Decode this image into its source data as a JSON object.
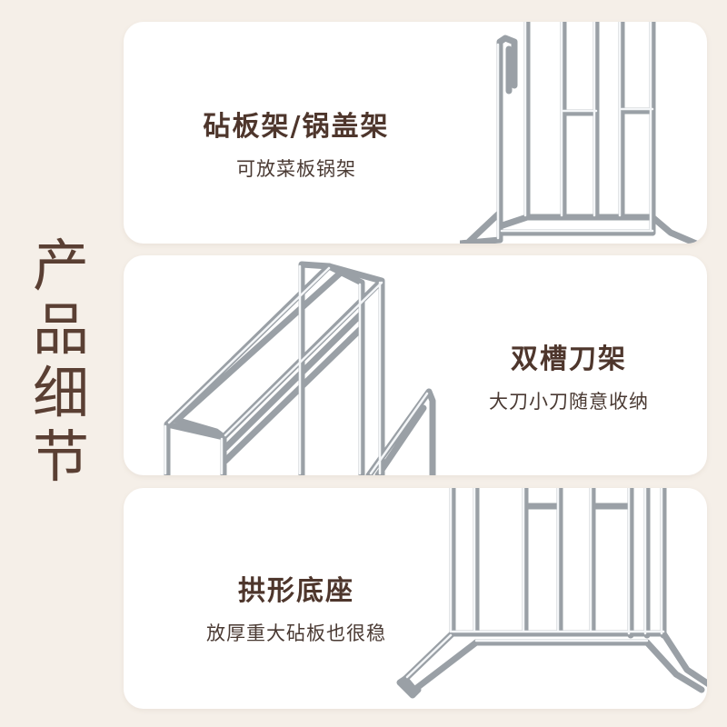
{
  "side_title": [
    "产",
    "品",
    "细",
    "节"
  ],
  "cards": [
    {
      "heading": "砧板架/锅盖架",
      "sub": "可放菜板锅架",
      "image_icon": "rack-top-detail-icon"
    },
    {
      "heading": "双槽刀架",
      "sub": "大刀小刀随意收纳",
      "image_icon": "knife-slot-detail-icon"
    },
    {
      "heading": "拱形底座",
      "sub": "放厚重大砧板也很稳",
      "image_icon": "arched-base-detail-icon"
    }
  ],
  "colors": {
    "background": "#f5efe8",
    "card": "#ffffff",
    "heading": "#4e362c",
    "side_title": "#5a3f33"
  }
}
